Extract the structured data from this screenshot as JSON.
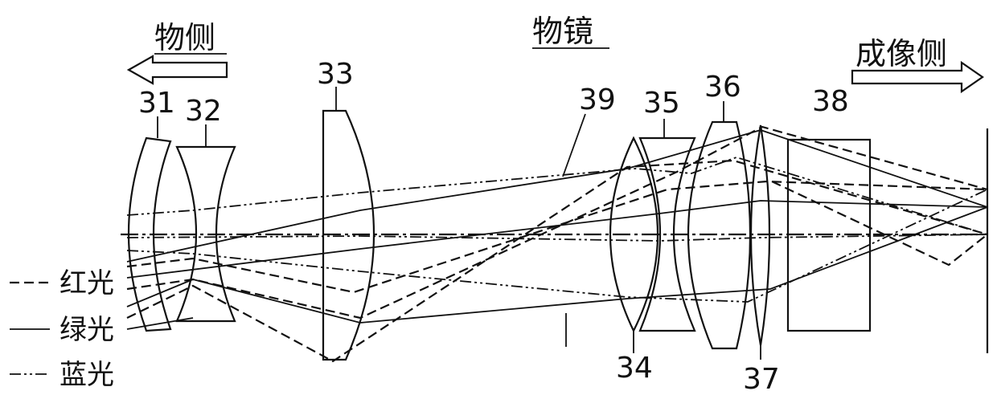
{
  "title": "物镜",
  "object_side": "物侧",
  "image_side": "成像侧",
  "labels": {
    "l31": "31",
    "l32": "32",
    "l33": "33",
    "l34": "34",
    "l35": "35",
    "l36": "36",
    "l37": "37",
    "l38": "38",
    "l39": "39"
  },
  "legend": {
    "red": "红光",
    "green": "绿光",
    "blue": "蓝光"
  }
}
